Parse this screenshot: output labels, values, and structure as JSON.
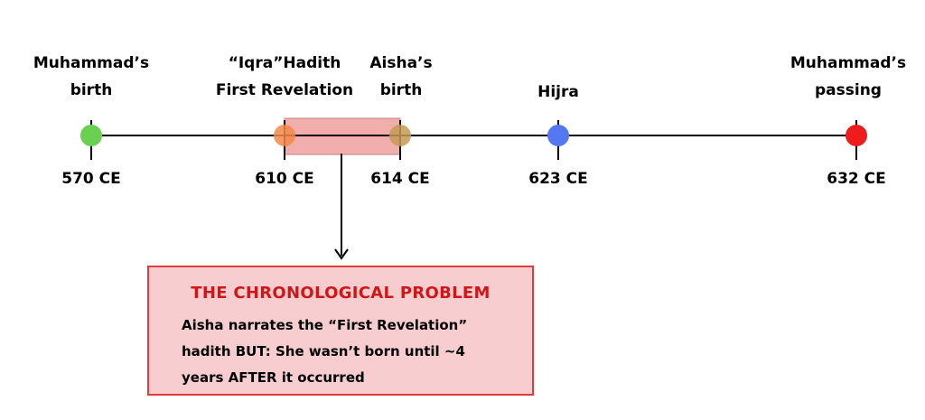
{
  "events": [
    {
      "label_lines": [
        "Muhammad’s",
        "birth"
      ],
      "year": "570 CE",
      "color": "#6ad04f"
    },
    {
      "label_lines": [
        "“Iqra”Hadith",
        "First Revelation"
      ],
      "year": "610 CE",
      "color": "#f3884a"
    },
    {
      "label_lines": [
        "Aisha’s",
        "birth"
      ],
      "year": "614 CE",
      "color": "#c59a55"
    },
    {
      "label_lines": [
        "Hijra"
      ],
      "year": "623 CE",
      "color": "#5578f2"
    },
    {
      "label_lines": [
        "Muhammad’s",
        "passing"
      ],
      "year": "632 CE",
      "color": "#ee1c1c"
    }
  ],
  "highlight": {
    "from": "610 CE",
    "to": "614 CE",
    "color": "#f1a4a4"
  },
  "problem": {
    "title": "THE CHRONOLOGICAL PROBLEM",
    "lines": [
      "Aisha narrates the “First Revelation”",
      "hadith BUT: She wasn’t born until ~4",
      "years AFTER it occurred"
    ],
    "title_color": "#d01616",
    "background": "#f8cdcf",
    "border": "#e23b3b"
  }
}
